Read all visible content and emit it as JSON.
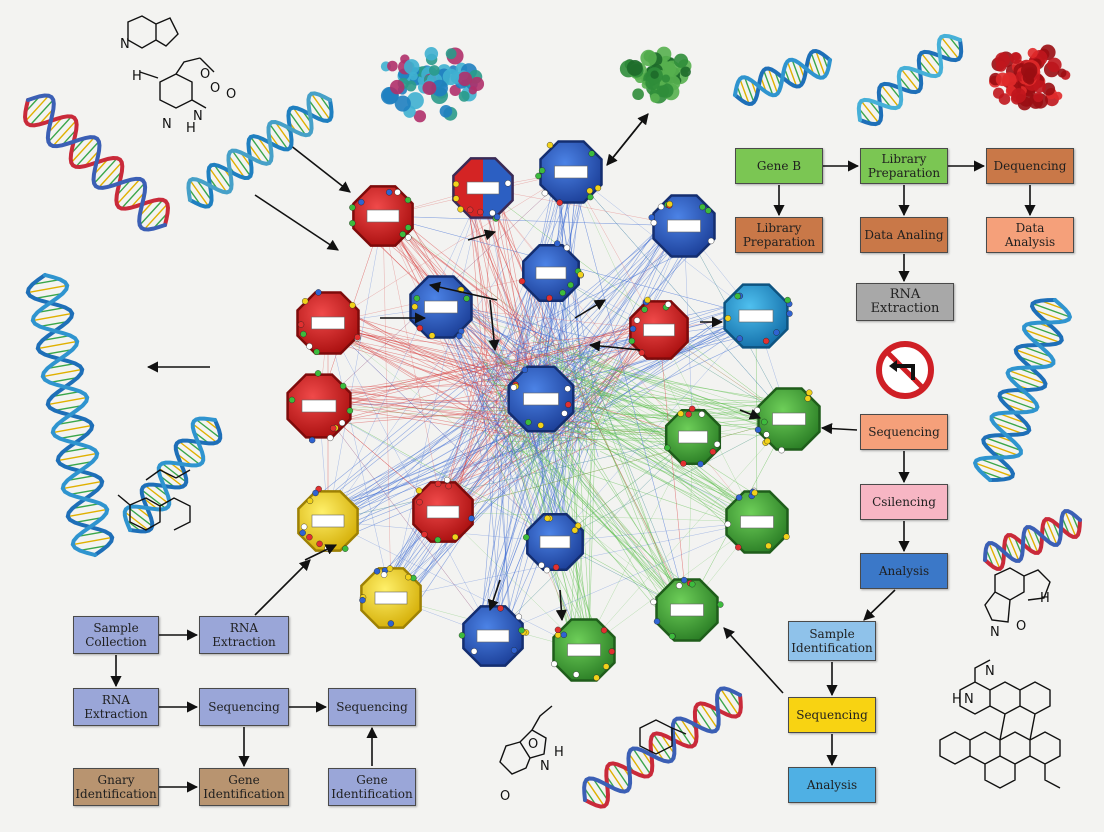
{
  "colors": {
    "red": "#d42424",
    "blue": "#2c5fc2",
    "green": "#3fa63a",
    "yellow": "#f2d21b",
    "teal": "#1b8fcf",
    "edge_red": "#d94545",
    "edge_blue": "#3a6ad4",
    "edge_green": "#5cbf4c",
    "box_green": "#7bc653",
    "box_orange": "#c97848",
    "box_salmon": "#f5a07a",
    "box_gray": "#a8a8a8",
    "box_pink": "#f7b6c4",
    "box_blue": "#3b78c8",
    "box_lightblue": "#8fc2ea",
    "box_yellow": "#f8d312",
    "box_cyan": "#4fb0e4",
    "box_lavender": "#9aa6d8",
    "box_tan": "#b89470"
  },
  "flow_right": {
    "gene_b": "Gene B",
    "library_prep_top": "Library Preparation",
    "dequencing": "Dequencing",
    "library_prep_left": "Library Preparation",
    "data_analing": "Data Analing",
    "data_analysis": "Data Analysis",
    "rna_extraction": "RNA Extraction",
    "sequencing": "Sequencing",
    "csilencing": "Csilencing",
    "analysis_mid": "Analysis",
    "sample_identification": "Sample Identification",
    "sequencing_yellow": "Sequencing",
    "analysis_bottom": "Analysis"
  },
  "flow_left": {
    "sample_collection": "Sample Collection",
    "rna_extraction_top": "RNA Extraction",
    "rna_extraction_left": "RNA Extraction",
    "sequencing_mid": "Sequencing",
    "sequencing_right": "Sequencing",
    "gnary_identification": "Gnary Identification",
    "gene_identification_mid": "Gene Identification",
    "gene_identification_right": "Gene Identification"
  },
  "network_nodes": [
    {
      "id": "n1",
      "color": "red"
    },
    {
      "id": "n2",
      "color": "redblue"
    },
    {
      "id": "n3",
      "color": "blue"
    },
    {
      "id": "n4",
      "color": "blue"
    },
    {
      "id": "n5",
      "color": "red"
    },
    {
      "id": "n6",
      "color": "blue"
    },
    {
      "id": "n7",
      "color": "blue"
    },
    {
      "id": "n8",
      "color": "teal"
    },
    {
      "id": "n9",
      "color": "red"
    },
    {
      "id": "n10",
      "color": "blue"
    },
    {
      "id": "n11",
      "color": "green"
    },
    {
      "id": "n12",
      "color": "green"
    },
    {
      "id": "n13",
      "color": "yellow"
    },
    {
      "id": "n14",
      "color": "red"
    },
    {
      "id": "n15",
      "color": "green"
    },
    {
      "id": "n16",
      "color": "yellow"
    },
    {
      "id": "n17",
      "color": "blue"
    },
    {
      "id": "n18",
      "color": "blue"
    },
    {
      "id": "n19",
      "color": "green"
    },
    {
      "id": "n20",
      "color": "green"
    },
    {
      "id": "n21",
      "color": "blue"
    },
    {
      "id": "n22",
      "color": "red"
    }
  ],
  "icons": {
    "no_turn_sign": "no-left-turn-sign-icon",
    "dna": "dna-helix-icon",
    "molecule": "chemical-structure-icon",
    "protein": "protein-ribbon-icon"
  }
}
